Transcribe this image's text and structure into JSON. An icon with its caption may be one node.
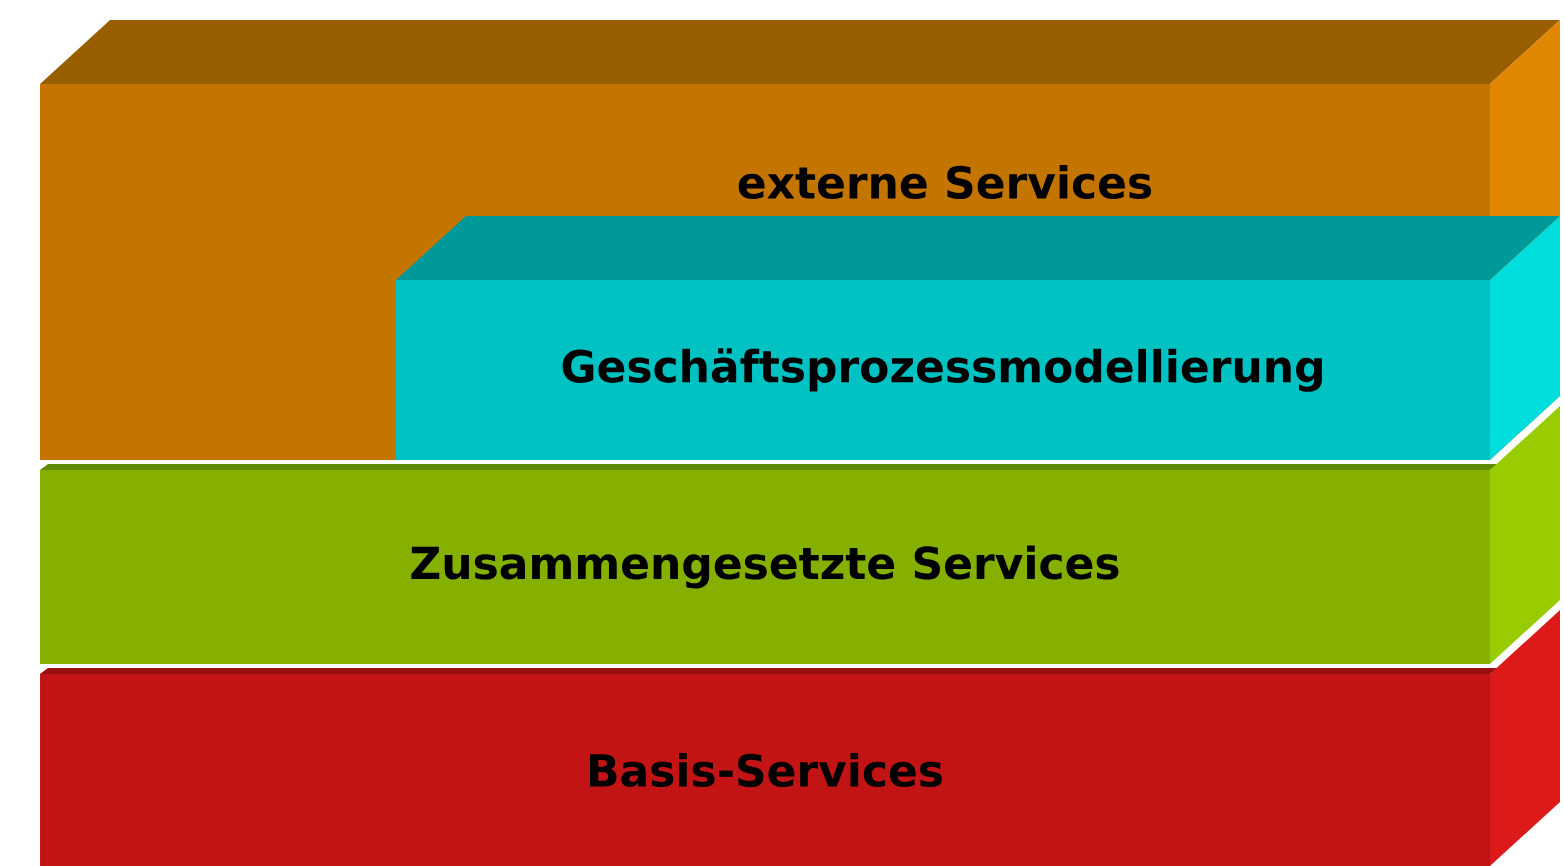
{
  "diagram": {
    "nodes": [
      {
        "text": [
          "externe Services"
        ]
      },
      {
        "text": [
          "Geschäftsprozessmodellierung"
        ],
        "in": 0
      },
      {
        "text": [
          "Zusammengesetzte Services"
        ]
      },
      {
        "text": [
          "Basis-Services"
        ]
      }
    ]
  }
}
